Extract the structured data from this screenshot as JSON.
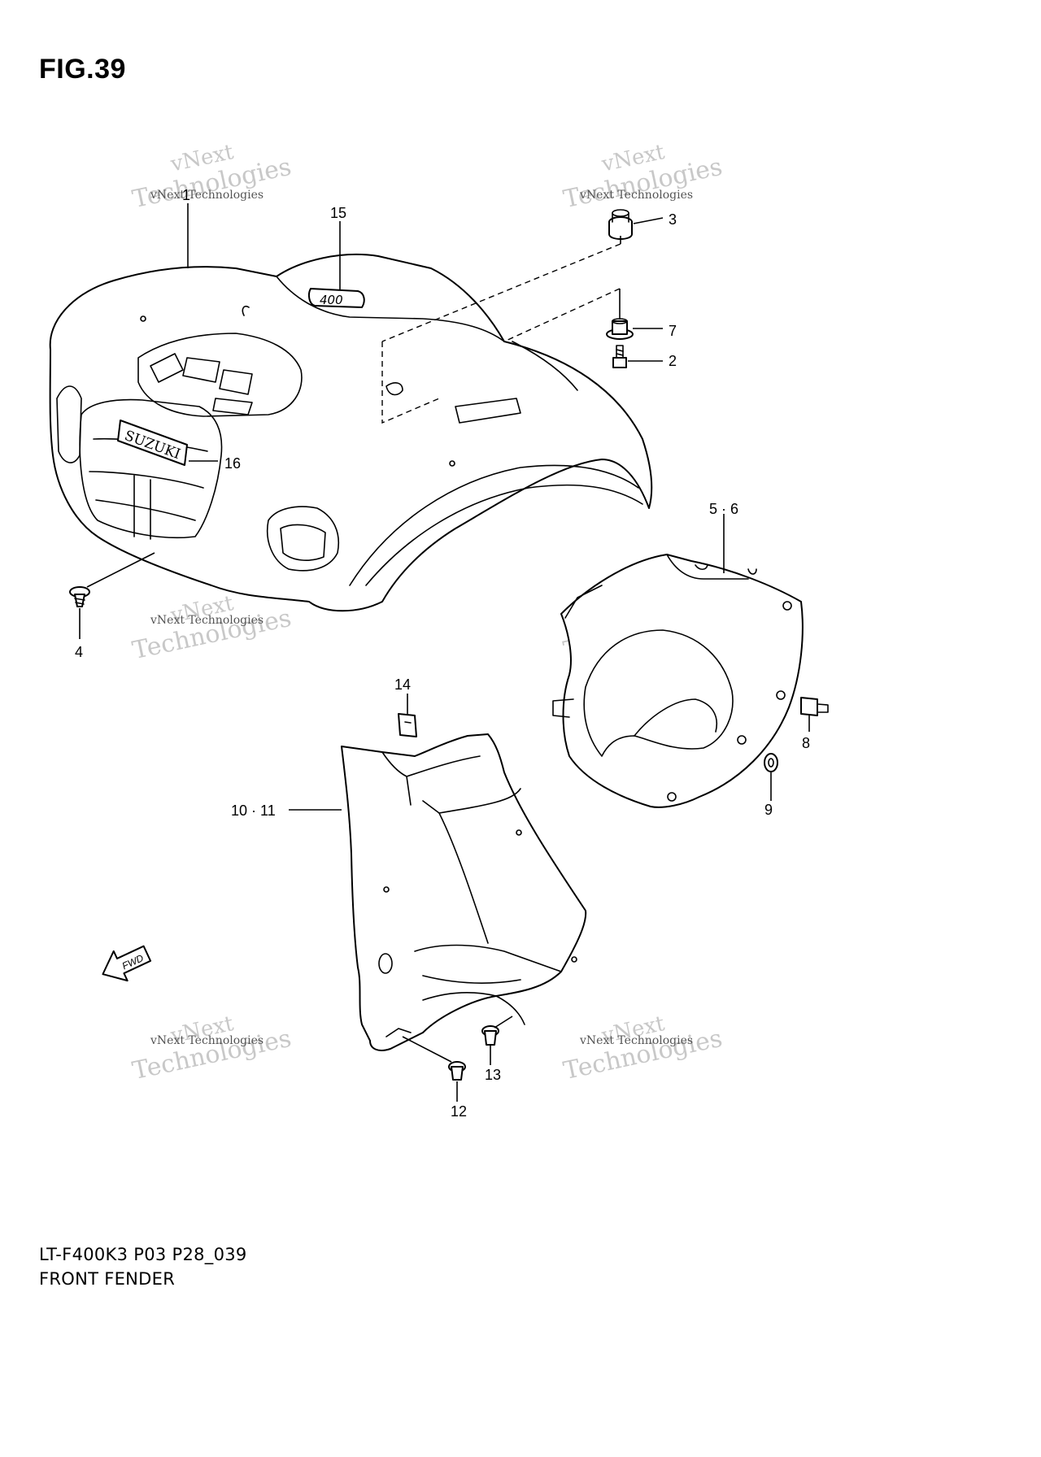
{
  "figure": {
    "title": "FIG.39",
    "model_code": "LT-F400K3 P03 P28_039",
    "name": "FRONT FENDER"
  },
  "callouts": [
    "1",
    "15",
    "3",
    "7",
    "2",
    "16",
    "4",
    "5 · 6",
    "14",
    "8",
    "9",
    "10 · 11",
    "13",
    "12"
  ],
  "markings": {
    "brand_emblem": "SUZUKI",
    "number_emblem": "400",
    "fwd_arrow": "FWD"
  },
  "watermark": {
    "line_small": "vNext Technologies",
    "line_large_1": "vNext",
    "line_large_2": "Technologies"
  }
}
